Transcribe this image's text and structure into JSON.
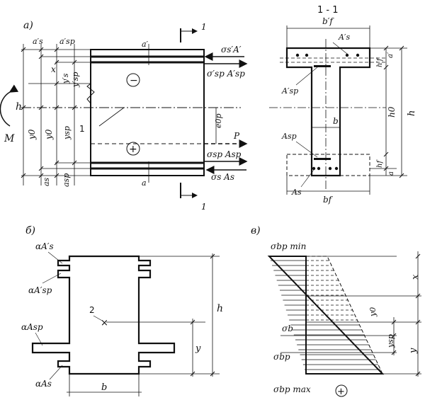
{
  "panel_labels": {
    "a": "а)",
    "b": "б)",
    "v": "в)"
  },
  "section": {
    "label": "1 - 1",
    "cut_mark": "1"
  },
  "signs": {
    "minus": "−",
    "plus": "+"
  },
  "a_panel": {
    "dims_left": {
      "a_s_prime": "a′s",
      "a_sp_prime": "a′sp",
      "x": "x",
      "y_s_prime": "y′s",
      "y_sp_prime": "y′sp",
      "h": "h",
      "y0": "y0",
      "y_sp": "ysp",
      "a_s": "as",
      "a_sp": "asp"
    },
    "moment": "M",
    "leader": "1",
    "a_prime_top": "a′",
    "a_bottom": "a",
    "e0p": "e0p",
    "forces": {
      "s_prime": "σs′A′",
      "sp_prime": "σ′sp A′sp",
      "P": "P",
      "sp": "σsp Asp",
      "s": "σs As"
    }
  },
  "t_section": {
    "bf_prime": "b′f",
    "A_s_prime": "A′s",
    "A_sp_prime": "A′sp",
    "b": "b",
    "A_sp": "Asp",
    "A_s": "As",
    "bf": "bf",
    "h0": "h0",
    "h": "h",
    "hf_prime": "h′f",
    "hf": "hf",
    "a_prime": "a′",
    "a": "a"
  },
  "b_panel": {
    "aAs_prime": "αA′s",
    "aAsp_prime": "αA′sp",
    "aAsp": "αAsp",
    "aAs": "αAs",
    "two": "2",
    "h": "h",
    "y": "y",
    "b": "b"
  },
  "v_panel": {
    "sbp_min": "σbp min",
    "sbp_max": "σbp max",
    "sb": "σb",
    "sbp": "σbp",
    "x": "x",
    "y0": "y0",
    "ysp": "ysp",
    "y": "y"
  }
}
